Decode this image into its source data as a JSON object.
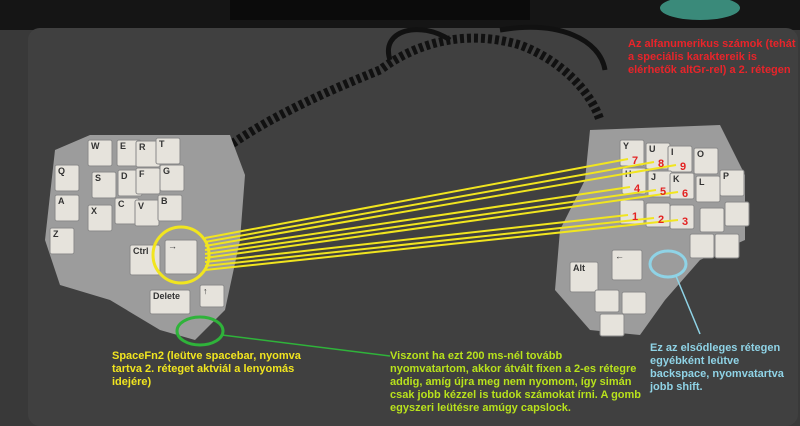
{
  "annotations": {
    "red_note": "Az alfanumerikus számok (tehát a speciális karaktereik is elérhetők altGr-rel) a 2. rétegen",
    "yellow_note": "SpaceFn2 (leütve spacebar, nyomva tartva 2. réteget aktviál a lenyomás idejére)",
    "green_note": "Viszont ha ezt 200 ms-nél tovább nyomvatartom, akkor átvált fixen a 2-es rétegre addig, amíg újra meg nem nyomom, így simán csak jobb kézzel is tudok számokat írni. A gomb egyszeri leütésre amúgy capslock.",
    "cyan_note": "Ez az elsődleges rétegen egyébként leütve backspace, nyomvatartva jobb shift."
  },
  "left_keys": [
    "W",
    "E",
    "R",
    "T",
    "Q",
    "S",
    "D",
    "F",
    "G",
    "A",
    "X",
    "C",
    "V",
    "B",
    "Z"
  ],
  "left_thumb_keys": [
    "Ctrl",
    "→",
    "↑",
    "Delete"
  ],
  "right_keys": [
    "Y",
    "U",
    "I",
    "O",
    "H",
    "J",
    "K",
    "L",
    "P"
  ],
  "right_thumb_keys": [
    "←",
    "Alt"
  ],
  "layer2_numbers": [
    "7",
    "8",
    "9",
    "4",
    "5",
    "6",
    "1",
    "2",
    "3"
  ],
  "colors": {
    "red": "#e8242a",
    "yellow": "#f1e51f",
    "green": "#2fb33a",
    "cyan": "#8fd3e6"
  }
}
